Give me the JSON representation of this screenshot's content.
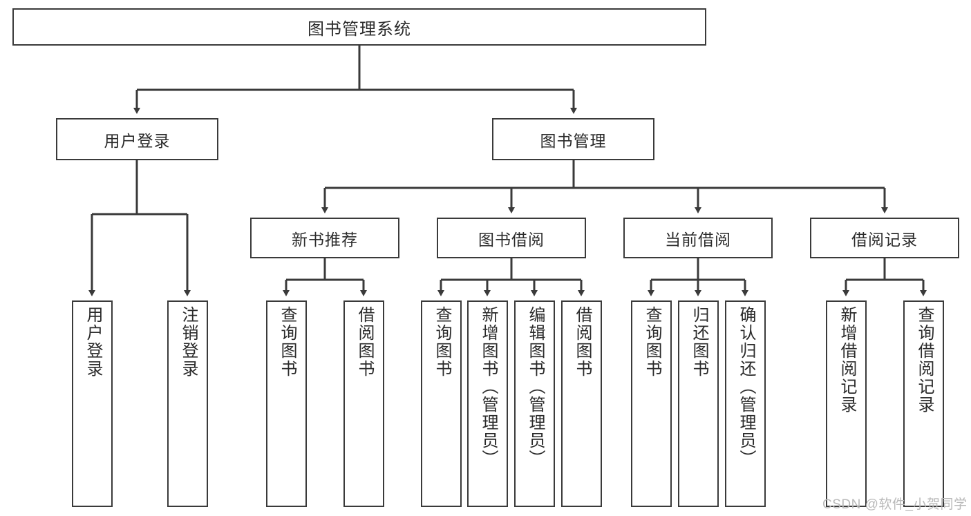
{
  "diagram": {
    "type": "hierarchy-tree",
    "title": "图书管理系统",
    "root": {
      "label": "图书管理系统"
    },
    "level2": [
      {
        "label": "用户登录"
      },
      {
        "label": "图书管理"
      }
    ],
    "level3": [
      {
        "label": "新书推荐"
      },
      {
        "label": "图书借阅"
      },
      {
        "label": "当前借阅"
      },
      {
        "label": "借阅记录"
      }
    ],
    "leaves": {
      "user_login": [
        {
          "label": "用户登录"
        },
        {
          "label": "注销登录"
        }
      ],
      "new_book_recommend": [
        {
          "label": "查询图书"
        },
        {
          "label": "借阅图书"
        }
      ],
      "book_borrow": [
        {
          "label": "查询图书"
        },
        {
          "label": "新增图书（管理员）"
        },
        {
          "label": "编辑图书（管理员）"
        },
        {
          "label": "借阅图书"
        }
      ],
      "current_borrow": [
        {
          "label": "查询图书"
        },
        {
          "label": "归还图书"
        },
        {
          "label": "确认归还（管理员）"
        }
      ],
      "borrow_record": [
        {
          "label": "新增借阅记录"
        },
        {
          "label": "查询借阅记录"
        }
      ]
    }
  },
  "watermark": {
    "text": "CSDN @软件_小贺同学"
  },
  "colors": {
    "border": "#3a3a3a",
    "background": "#ffffff",
    "text": "#2b2b2b",
    "watermark": "#b9b9b9"
  }
}
